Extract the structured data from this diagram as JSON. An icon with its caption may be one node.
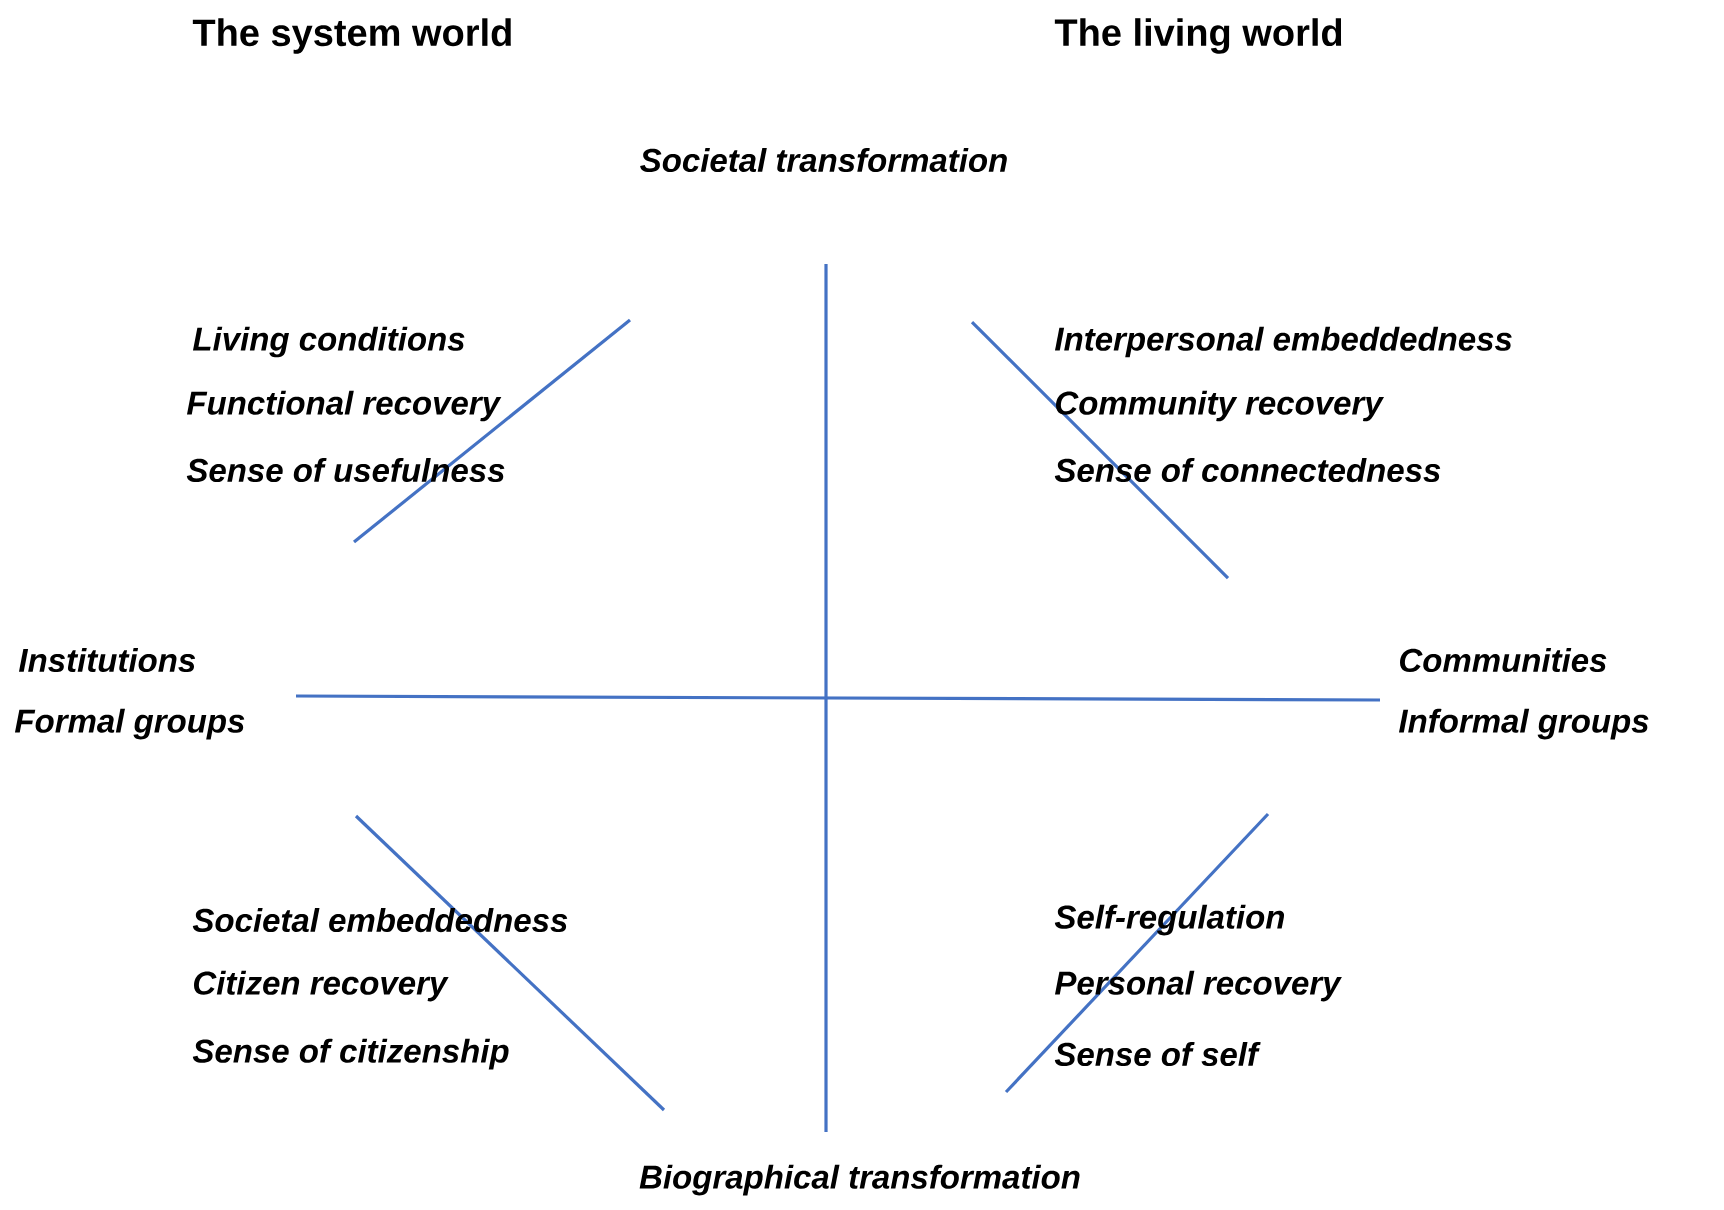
{
  "diagram": {
    "labels": [
      "The system world",
      "The living world",
      "Societal transformation",
      "Living conditions",
      "Interpersonal embeddedness",
      "Functional recovery",
      "Community recovery",
      "Sense of usefulness",
      "Sense of connectedness",
      "Institutions",
      "Communities",
      "Formal groups",
      "Informal groups",
      "Societal embeddedness",
      "Self-regulation",
      "Citizen recovery",
      "Personal recovery",
      "Sense of citizenship",
      "Sense of self",
      "Biographical transformation"
    ]
  }
}
